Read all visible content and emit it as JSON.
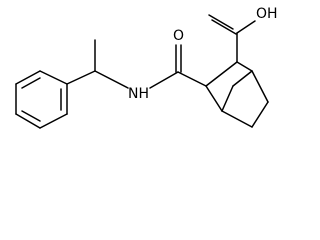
{
  "molecule": {
    "atoms": {
      "oxygen_amide": "O",
      "nitrogen_amide": "NH",
      "hydroxyl": "OH"
    }
  }
}
